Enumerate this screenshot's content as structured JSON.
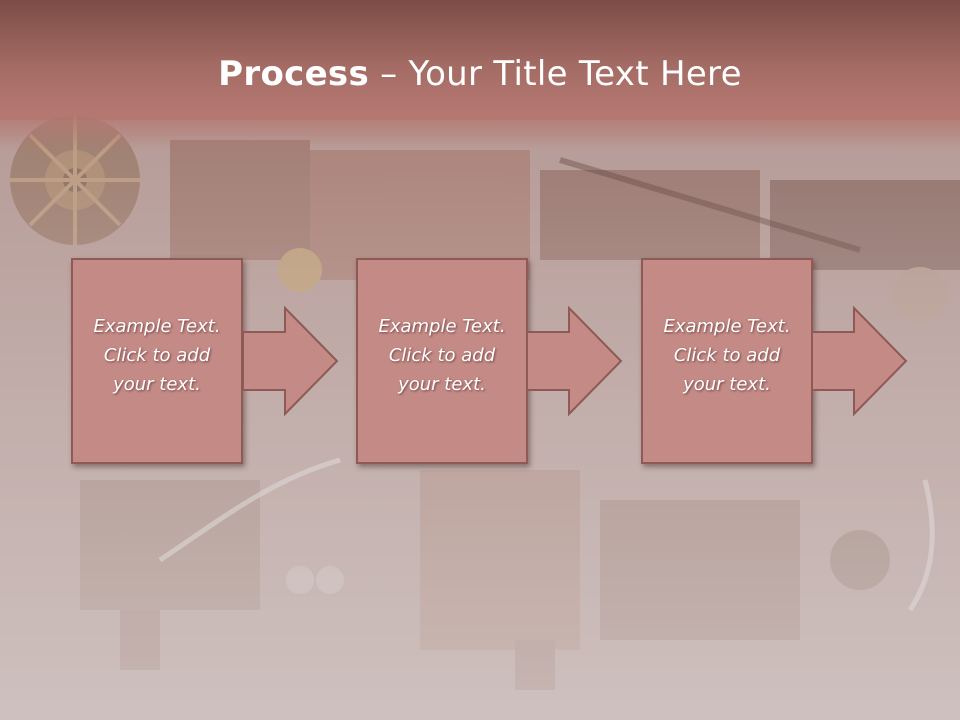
{
  "title": {
    "bold": "Process",
    "rest": " – Your Title Text Here"
  },
  "steps": [
    {
      "line1": "Example Text.",
      "line2": "Click  to add",
      "line3": "your text."
    },
    {
      "line1": "Example Text.",
      "line2": "Click  to add",
      "line3": "your text."
    },
    {
      "line1": "Example Text.",
      "line2": "Click  to add",
      "line3": "your text."
    }
  ],
  "colors": {
    "box_fill": "#c48a86",
    "box_border": "#8e5a56",
    "title_band": "#a46c65",
    "text": "#ffffff"
  }
}
